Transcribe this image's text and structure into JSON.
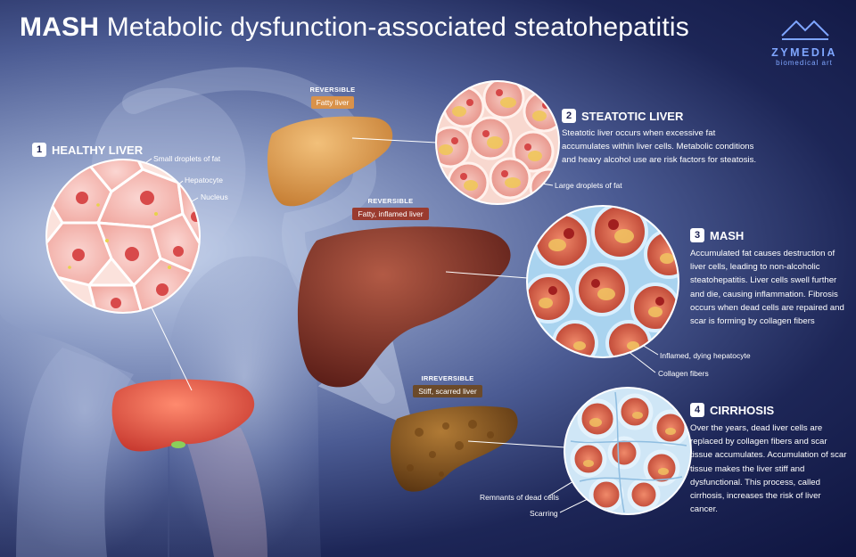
{
  "title": {
    "bold": "MASH",
    "rest": "Metabolic dysfunction-associated steatohepatitis"
  },
  "logo": {
    "name": "ZYMEDIA",
    "subtitle": "biomedical art"
  },
  "sections": [
    {
      "number": "1",
      "heading": "HEALTHY LIVER",
      "description": ""
    },
    {
      "number": "2",
      "heading": "STEATOTIC LIVER",
      "description": "Steatotic liver occurs when excessive fat accumulates within liver cells. Metabolic conditions and heavy alcohol use are risk factors for steatosis."
    },
    {
      "number": "3",
      "heading": "MASH",
      "description": "Accumulated fat causes destruction of liver cells, leading to non-alcoholic steatohepatitis. Liver cells swell further and die, causing inflammation. Fibrosis occurs when dead cells are repaired and scar is forming by collagen fibers"
    },
    {
      "number": "4",
      "heading": "CIRRHOSIS",
      "description": "Over the years, dead liver cells are replaced by collagen fibers and scar tissue accumulates. Accumulation of scar tissue makes the liver stiff and dysfunctional. This process, called cirrhosis, increases the risk of liver cancer."
    }
  ],
  "stages": [
    {
      "kind": "REVERSIBLE",
      "label": "Fatty liver",
      "color": "#d9924a"
    },
    {
      "kind": "REVERSIBLE",
      "label": "Fatty, inflamed liver",
      "color": "#9a3b2f"
    },
    {
      "kind": "IRREVERSIBLE",
      "label": "Stiff, scarred liver",
      "color": "#6b4a2a"
    }
  ],
  "callouts": {
    "small_droplets": "Small droplets of fat",
    "hepatocyte": "Hepatocyte",
    "nucleus": "Nucleus",
    "large_droplets": "Large droplets of fat",
    "inflamed": "Inflamed, dying hepatocyte",
    "collagen": "Collagen fibers",
    "remnants": "Remnants of dead cells",
    "scarring": "Scarring"
  },
  "colors": {
    "background_dark": "#0f1540",
    "healthy_liver": "#e85a4a",
    "fatty_liver": "#e0a050",
    "mash_liver": "#8c3a2c",
    "cirrhotic_liver": "#8a5a22",
    "collagen": "#a9d3ef"
  }
}
